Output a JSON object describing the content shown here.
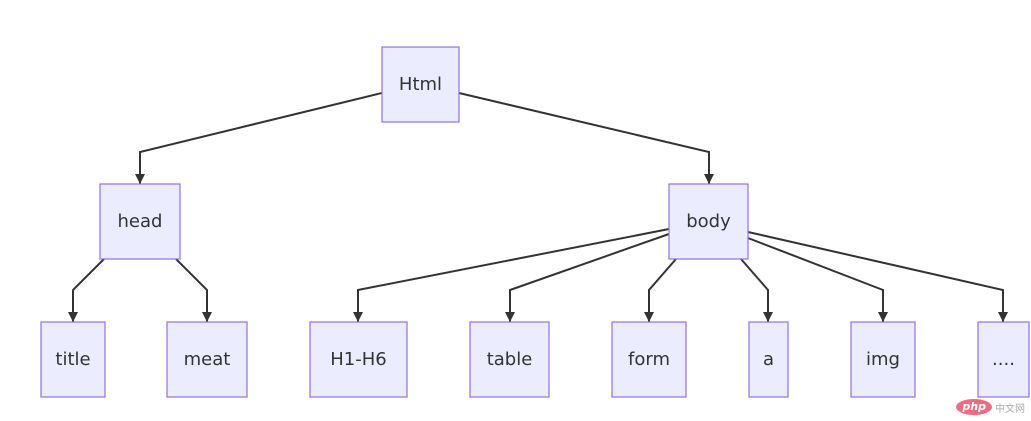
{
  "diagram": {
    "type": "tree",
    "colors": {
      "node_fill": "#ececff",
      "node_stroke": "#9370db",
      "edge": "#333333",
      "text": "#333333"
    },
    "nodes": [
      {
        "id": "html",
        "label": "Html"
      },
      {
        "id": "head",
        "label": "head"
      },
      {
        "id": "body",
        "label": "body"
      },
      {
        "id": "title",
        "label": "title"
      },
      {
        "id": "meat",
        "label": "meat"
      },
      {
        "id": "h1h6",
        "label": "H1-H6"
      },
      {
        "id": "table",
        "label": "table"
      },
      {
        "id": "form",
        "label": "form"
      },
      {
        "id": "a",
        "label": "a"
      },
      {
        "id": "img",
        "label": "img"
      },
      {
        "id": "more",
        "label": "...."
      }
    ],
    "edges": [
      {
        "from": "html",
        "to": "head"
      },
      {
        "from": "html",
        "to": "body"
      },
      {
        "from": "head",
        "to": "title"
      },
      {
        "from": "head",
        "to": "meat"
      },
      {
        "from": "body",
        "to": "h1h6"
      },
      {
        "from": "body",
        "to": "table"
      },
      {
        "from": "body",
        "to": "form"
      },
      {
        "from": "body",
        "to": "a"
      },
      {
        "from": "body",
        "to": "img"
      },
      {
        "from": "body",
        "to": "more"
      }
    ]
  },
  "watermark": {
    "logo_text": "php",
    "site_text": "中文网"
  }
}
